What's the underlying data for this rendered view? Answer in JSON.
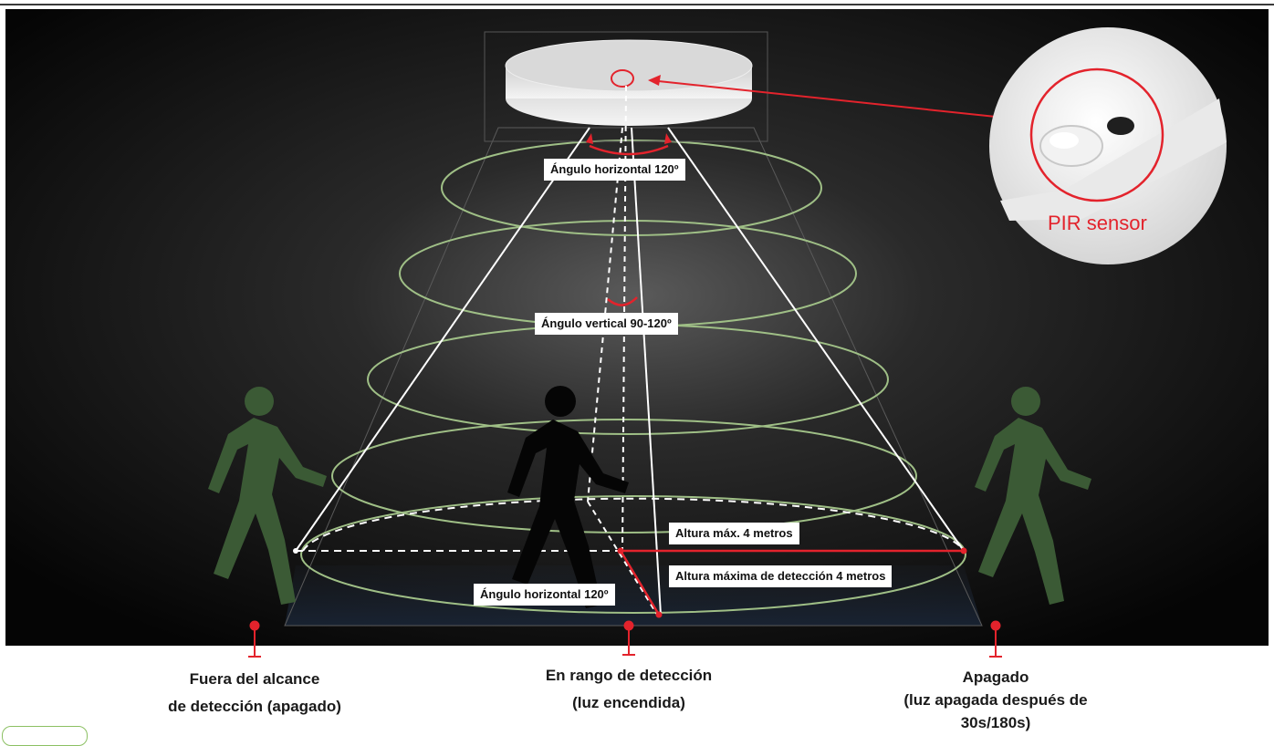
{
  "labels": {
    "angle_horizontal_top": "Ángulo horizontal 120º",
    "angle_vertical": "Ángulo vertical 90-120º",
    "max_height": "Altura máx. 4 metros",
    "max_detection_height": "Altura máxima de detección 4 metros",
    "angle_horizontal_bottom": "Ángulo horizontal 120º",
    "pir_sensor": "PIR sensor"
  },
  "captions": {
    "left": {
      "line1": "Fuera del alcance",
      "line2": "de detección (apagado)"
    },
    "center": {
      "line1": "En rango de detección",
      "line2": "(luz encendida)"
    },
    "right": {
      "line1": "Apagado",
      "line2": "(luz apagada después de",
      "line3": "30s/180s)"
    }
  },
  "colors": {
    "accent_red": "#e3232c",
    "ring_green": "#9fbf86",
    "figure_green": "#3b5a35",
    "background": "#0d0d0d"
  }
}
